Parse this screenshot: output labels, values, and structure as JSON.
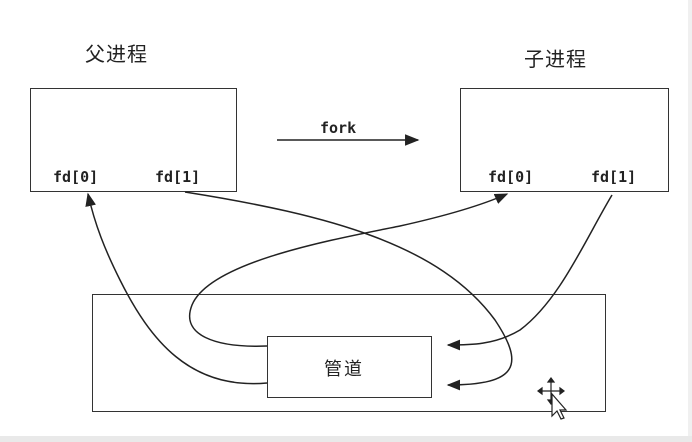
{
  "parent": {
    "title": "父进程",
    "fd0": "fd[0]",
    "fd1": "fd[1]"
  },
  "child": {
    "title": "子进程",
    "fd0": "fd[0]",
    "fd1": "fd[1]"
  },
  "fork_label": "fork",
  "pipe_label": "管道",
  "colors": {
    "stroke": "#222222",
    "background": "#ffffff"
  },
  "icons": [
    "move-cursor-icon"
  ]
}
